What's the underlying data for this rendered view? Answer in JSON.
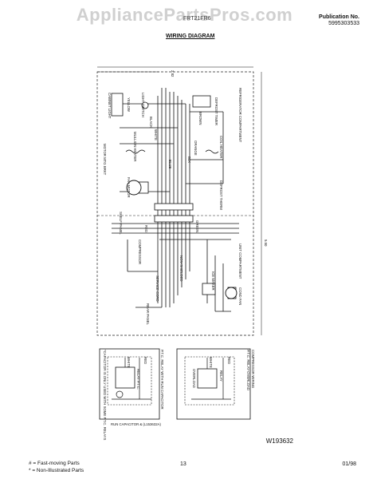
{
  "watermark": "AppliancePartsPros.com",
  "header": {
    "model": "FRT21FR6",
    "publication_label": "Publication No.",
    "publication_number": "5995303533",
    "title": "WIRING DIAGRAM"
  },
  "diagram": {
    "dim_top": "2.82",
    "dim_right": "5.50",
    "refrigerator_compartment": "REFRIGERATOR COMPARTMENT",
    "unit_compartment": "UNIT COMPARTMENT",
    "defrost_timer": "DEFROST TIMER",
    "cabinet_light": "CABINET LIGHT",
    "light_switch": "LIGHT SWITCH",
    "motor_mtg_bracket": "MOTOR MTG BRKT",
    "fan_motor": "FAN MOTOR",
    "coil_heater": "COIL HEATER",
    "defrost_thermostat": "DEFROST THERM",
    "mullion_heater": "MULLION HEATER",
    "shelf_panel": "SHELF PANEL",
    "compressor": "COMPRESSOR",
    "non_shielded": "NON-SHIELDED",
    "service_cord": "SERVICE CORD",
    "rear_panel": "REAR PANEL",
    "ice_maker": "ICE MAKER",
    "cond_fan": "COND FAN",
    "wire_colors": {
      "black": "BLACK",
      "white": "WHITE",
      "yellow": "YELLOW",
      "brown": "BROWN",
      "orange": "ORANGE",
      "red": "RED",
      "green": "GREEN",
      "blue": "BLUE",
      "blk": "BLK"
    },
    "inset_left_title": "P.T.C. RELAY WITH RUN CAPACITOR",
    "inset_left_caption": "RUN CAPACITOR & (L153632A)",
    "inset_left_note": "*CAPACITOR IS ONLY USED WITH SOME P.T.C. RELAYS",
    "inset_left_component": "RELAY P.T.C.",
    "inset_right_title": "COMPRESSOR WIRING",
    "inset_right_subtitle": "P.T.C. RELAY-OVERLOAD",
    "inset_right_component": "OVERLOAD",
    "inset_right_relay": "RELAY"
  },
  "footer": {
    "code": "W193632",
    "legend_fast": "# = Fast-moving Parts",
    "legend_non": "* = Non-Illustrated Parts",
    "page": "13",
    "date": "01/98"
  }
}
